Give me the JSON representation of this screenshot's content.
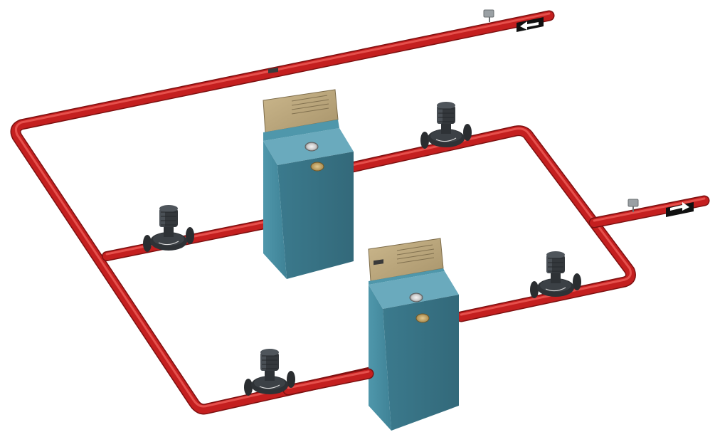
{
  "diagram": {
    "kind": "isometric piping schematic",
    "colors": {
      "pipe": "#c41f1f",
      "pipe_highlight": "#e24a48",
      "pipe_shadow": "#7d1010",
      "unit_front": "#4a8fa3",
      "unit_side": "#3a7689",
      "unit_top": "#67a9bd",
      "panel": "#b9a47a",
      "pump_body": "#2e3236",
      "pump_light": "#4a5056",
      "arrow_box": "#101010",
      "arrow_fill": "#ffffff",
      "sensor": "#9aa0a4"
    },
    "components": {
      "units": [
        {
          "id": "unit-upper",
          "icon": "boiler-cabinet-icon"
        },
        {
          "id": "unit-lower",
          "icon": "boiler-cabinet-icon"
        }
      ],
      "pumps": [
        {
          "id": "pump-upper-left",
          "icon": "circulator-pump-icon"
        },
        {
          "id": "pump-upper-right",
          "icon": "circulator-pump-icon"
        },
        {
          "id": "pump-lower-left",
          "icon": "circulator-pump-icon"
        },
        {
          "id": "pump-lower-right",
          "icon": "circulator-pump-icon"
        }
      ],
      "flow_arrows": [
        {
          "id": "supply-outlet-arrow",
          "direction": "left",
          "icon": "arrow-left-icon"
        },
        {
          "id": "return-inlet-arrow",
          "direction": "right",
          "icon": "arrow-right-icon"
        }
      ],
      "sensors": [
        {
          "id": "sensor-top",
          "icon": "temperature-sensor-icon"
        },
        {
          "id": "sensor-right",
          "icon": "temperature-sensor-icon"
        }
      ]
    }
  }
}
